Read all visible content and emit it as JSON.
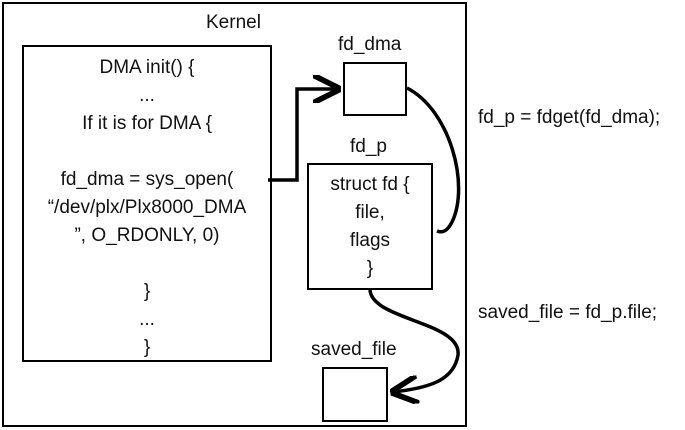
{
  "kernel": {
    "label": "Kernel"
  },
  "dma_block": {
    "lines": [
      "DMA init() {",
      "...",
      "If it is for DMA {",
      "",
      "fd_dma = sys_open(",
      "“/dev/plx/Plx8000_DMA",
      "”, O_RDONLY, 0)",
      "",
      "}",
      "...",
      "}"
    ]
  },
  "fd_dma": {
    "label": "fd_dma"
  },
  "fd_p": {
    "label": "fd_p",
    "struct_lines": [
      "struct fd {",
      "file,",
      "flags",
      "}"
    ]
  },
  "saved_file": {
    "label": "saved_file"
  },
  "annotations": {
    "fdget": "fd_p = fdget(fd_dma);",
    "saved": "saved_file = fd_p.file;"
  }
}
